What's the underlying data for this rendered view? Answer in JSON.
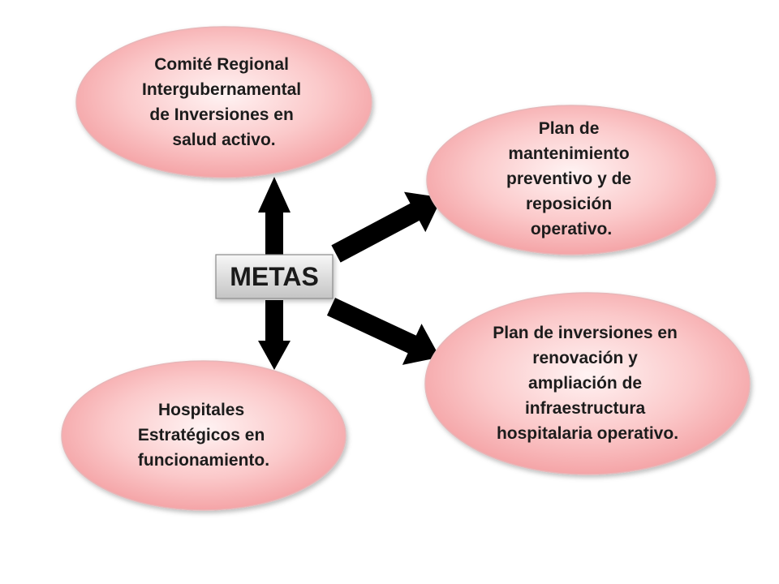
{
  "center": {
    "label": "METAS"
  },
  "goals": [
    {
      "id": "comite",
      "lines": [
        "Comité Regional",
        "Intergubernamental",
        "de Inversiones en",
        "salud activo."
      ]
    },
    {
      "id": "mantenimiento",
      "lines": [
        "Plan de",
        "mantenimiento",
        "preventivo y de",
        "reposición",
        "operativo."
      ]
    },
    {
      "id": "inversiones",
      "lines": [
        "Plan de inversiones en",
        "renovación y",
        "ampliación de",
        "infraestructura",
        "hospitalaria  operativo."
      ]
    },
    {
      "id": "hospitales",
      "lines": [
        "Hospitales",
        "Estratégicos en",
        "funcionamiento."
      ]
    }
  ],
  "colors": {
    "ellipse_center": "#fff1f1",
    "ellipse_edge": "#f2a3a5",
    "ellipse_stroke": "#e8b4b6",
    "arrow": "#000000",
    "center_box_top": "#f5f5f5",
    "center_box_bottom": "#c9c9c9"
  }
}
